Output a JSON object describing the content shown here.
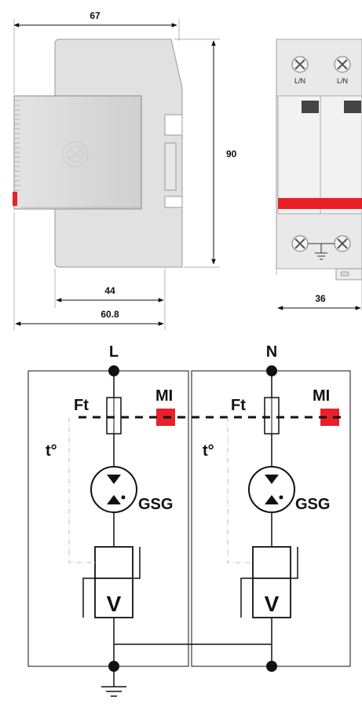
{
  "dimensions": {
    "width_top": "67",
    "height": "90",
    "depth_front": "44",
    "depth_total": "60.8",
    "module_width": "36"
  },
  "front_view": {
    "terminal_top_left": "L/N",
    "terminal_top_right": "L/N"
  },
  "schematic": {
    "left_phase": "L",
    "right_phase": "N",
    "fuse_label": "Ft",
    "indicator_label": "MI",
    "thermal_label": "t°",
    "gsg_label": "GSG",
    "varistor_label": "V"
  },
  "colors": {
    "indicator_red": "#e8202a",
    "housing_gray": "#dcdcdc"
  }
}
